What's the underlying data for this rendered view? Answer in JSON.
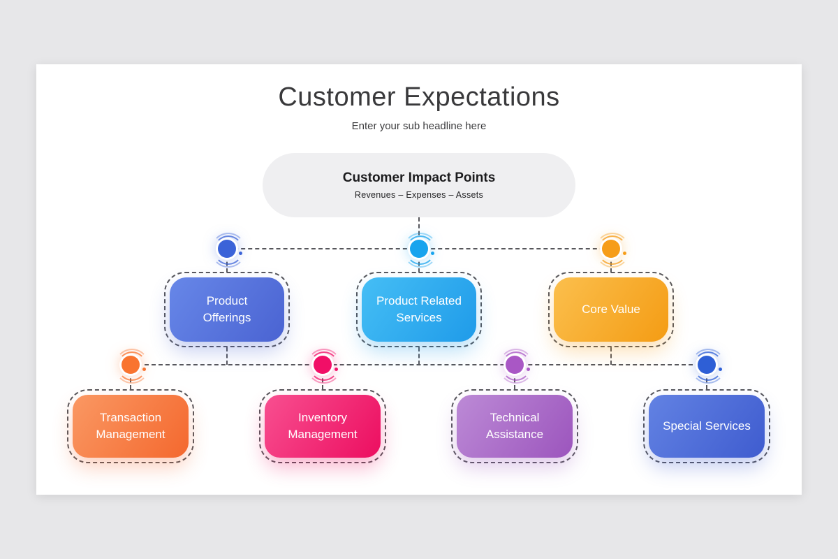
{
  "page": {
    "background": "#e7e7e9",
    "card_background": "#ffffff",
    "dash_color": "#57575c",
    "pill_background": "#efeff1"
  },
  "header": {
    "title": "Customer Expectations",
    "subtitle": "Enter your sub headline here"
  },
  "root": {
    "title": "Customer Impact Points",
    "subtitle": "Revenues  –  Expenses  –  Assets"
  },
  "level1": [
    {
      "id": "product-offerings",
      "label": "Product Offerings",
      "color1": "#6787e8",
      "color2": "#4a63d2",
      "dot": "#3b63d8"
    },
    {
      "id": "product-related-services",
      "label": "Product Related Services",
      "color1": "#45bef5",
      "color2": "#1f9be9",
      "dot": "#18a4ee"
    },
    {
      "id": "core-value",
      "label": "Core Value",
      "color1": "#fbbf4d",
      "color2": "#f49c14",
      "dot": "#f69d18"
    }
  ],
  "level2": [
    {
      "id": "transaction-management",
      "label": "Transaction Management",
      "color1": "#fa9863",
      "color2": "#f4682e",
      "dot": "#f9742f"
    },
    {
      "id": "inventory-management",
      "label": "Inventory Management",
      "color1": "#f84f90",
      "color2": "#ec0e60",
      "dot": "#f10f67"
    },
    {
      "id": "technical-assistance",
      "label": "Technical Assistance",
      "color1": "#bc8ad6",
      "color2": "#9c55bd",
      "dot": "#a957c5"
    },
    {
      "id": "special-services",
      "label": "Special Services",
      "color1": "#6282e3",
      "color2": "#3f5ccf",
      "dot": "#2e5fd6"
    }
  ]
}
